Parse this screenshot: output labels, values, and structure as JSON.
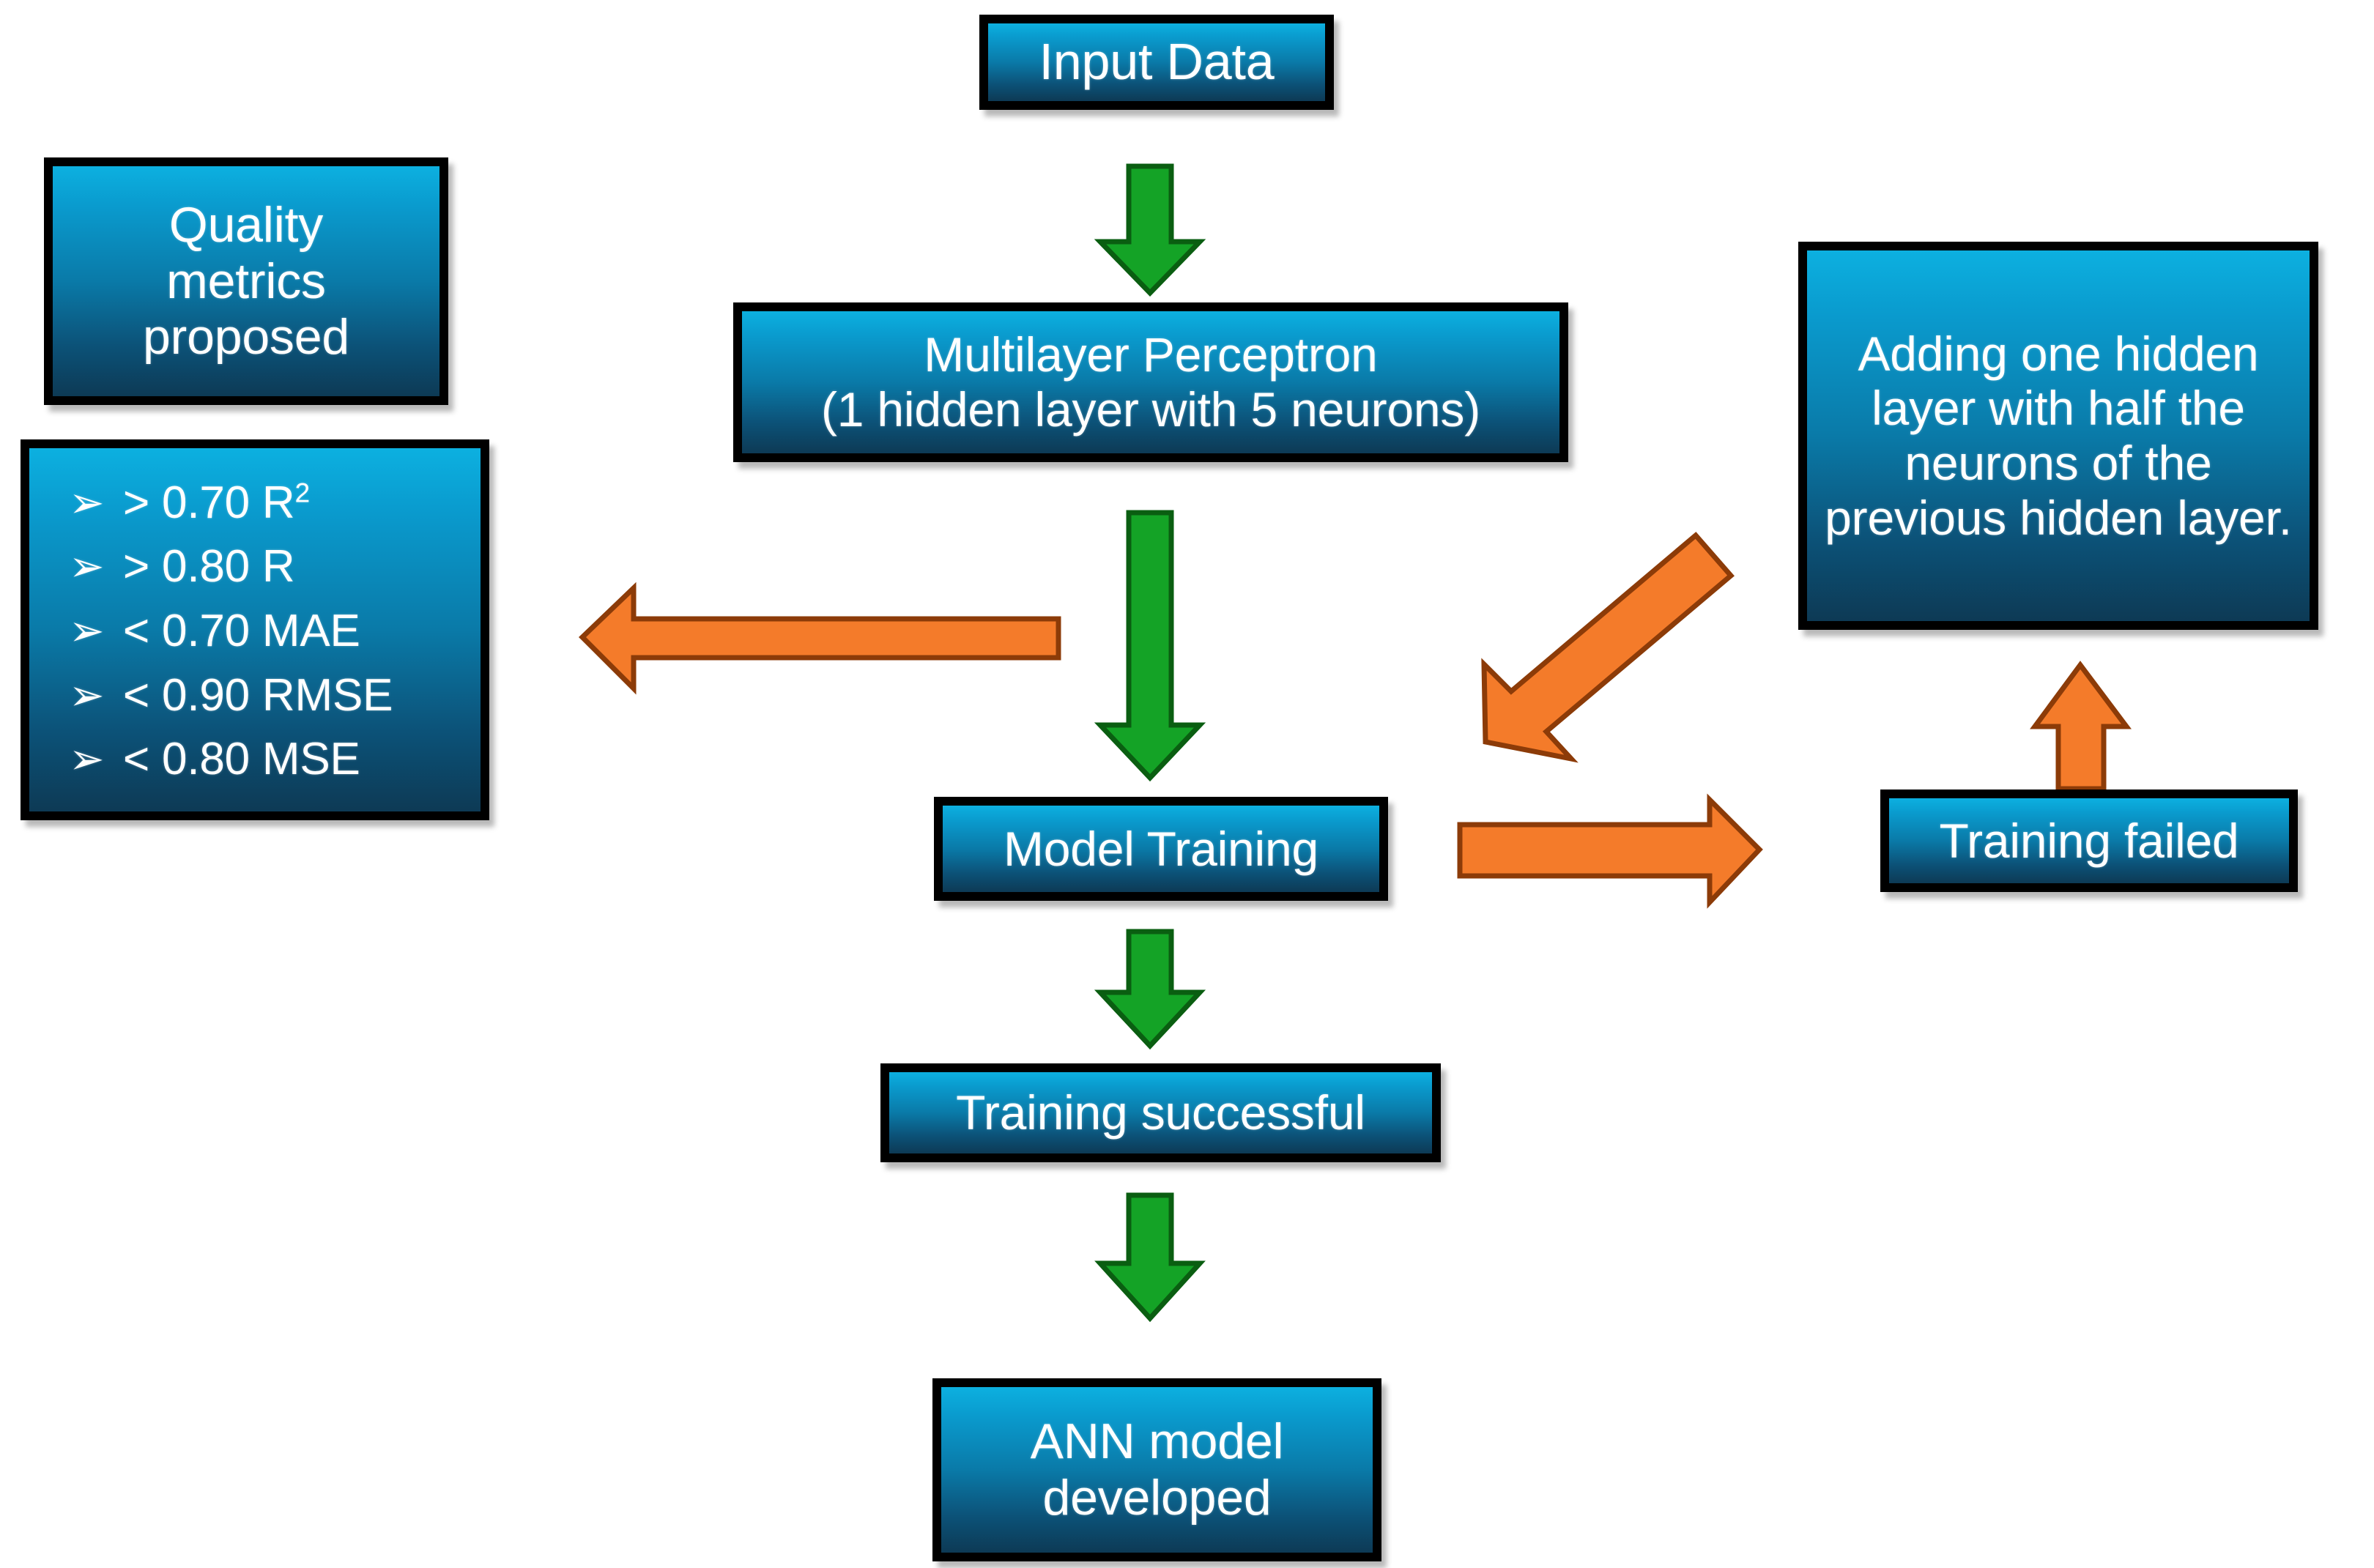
{
  "diagram": {
    "title": "ANN model development flowchart",
    "colors": {
      "node_gradient_top": "#0CB0E0",
      "node_gradient_bottom": "#0D3A55",
      "node_border": "#000000",
      "node_text": "#FFFFFF",
      "arrow_success": "#14A326",
      "arrow_success_outline": "#0A5E11",
      "arrow_retry": "#F47B2A",
      "arrow_retry_outline": "#8C3B08",
      "background": "#FFFFFF"
    },
    "nodes": {
      "input_data": {
        "label": "Input Data"
      },
      "quality_metrics": {
        "line1": "Quality",
        "line2": "metrics",
        "line3": "proposed"
      },
      "mlp": {
        "line1": "Multilayer Perceptron",
        "line2": "(1 hidden layer with 5 neurons)"
      },
      "adding_layer": {
        "label": "Adding one hidden layer with half the neurons of the previous hidden layer."
      },
      "model_training": {
        "label": "Model Training"
      },
      "training_failed": {
        "label": "Training failed"
      },
      "training_successful": {
        "label": "Training successful"
      },
      "ann_model": {
        "line1": "ANN model",
        "line2": "developed"
      }
    },
    "metrics": {
      "bullet_glyph": "➢",
      "items": [
        {
          "operator": ">",
          "value": "0.70",
          "metric": "R",
          "superscript": "2",
          "text": "> 0.70 R"
        },
        {
          "operator": ">",
          "value": "0.80",
          "metric": "R",
          "superscript": "",
          "text": "> 0.80 R"
        },
        {
          "operator": "<",
          "value": "0.70",
          "metric": "MAE",
          "superscript": "",
          "text": "< 0.70 MAE"
        },
        {
          "operator": "<",
          "value": "0.90",
          "metric": "RMSE",
          "superscript": "",
          "text": "< 0.90 RMSE"
        },
        {
          "operator": "<",
          "value": "0.80",
          "metric": "MSE",
          "superscript": "",
          "text": "< 0.80 MSE"
        }
      ]
    },
    "arrows": [
      {
        "name": "input-to-mlp",
        "kind": "success",
        "direction": "down",
        "from": "input_data",
        "to": "mlp"
      },
      {
        "name": "mlp-to-model-training",
        "kind": "success",
        "direction": "down",
        "from": "mlp",
        "to": "model_training"
      },
      {
        "name": "model-training-to-training-successful",
        "kind": "success",
        "direction": "down",
        "from": "model_training",
        "to": "training_successful"
      },
      {
        "name": "training-successful-to-ann-model",
        "kind": "success",
        "direction": "down",
        "from": "training_successful",
        "to": "ann_model"
      },
      {
        "name": "mlp-to-quality-metrics",
        "kind": "retry",
        "direction": "left",
        "from": "mlp",
        "to": "quality_metrics"
      },
      {
        "name": "model-training-to-training-failed",
        "kind": "retry",
        "direction": "right",
        "from": "model_training",
        "to": "training_failed"
      },
      {
        "name": "training-failed-to-adding-layer",
        "kind": "retry",
        "direction": "up",
        "from": "training_failed",
        "to": "adding_layer"
      },
      {
        "name": "adding-layer-to-model-training",
        "kind": "retry",
        "direction": "down-left",
        "from": "adding_layer",
        "to": "model_training"
      }
    ]
  }
}
